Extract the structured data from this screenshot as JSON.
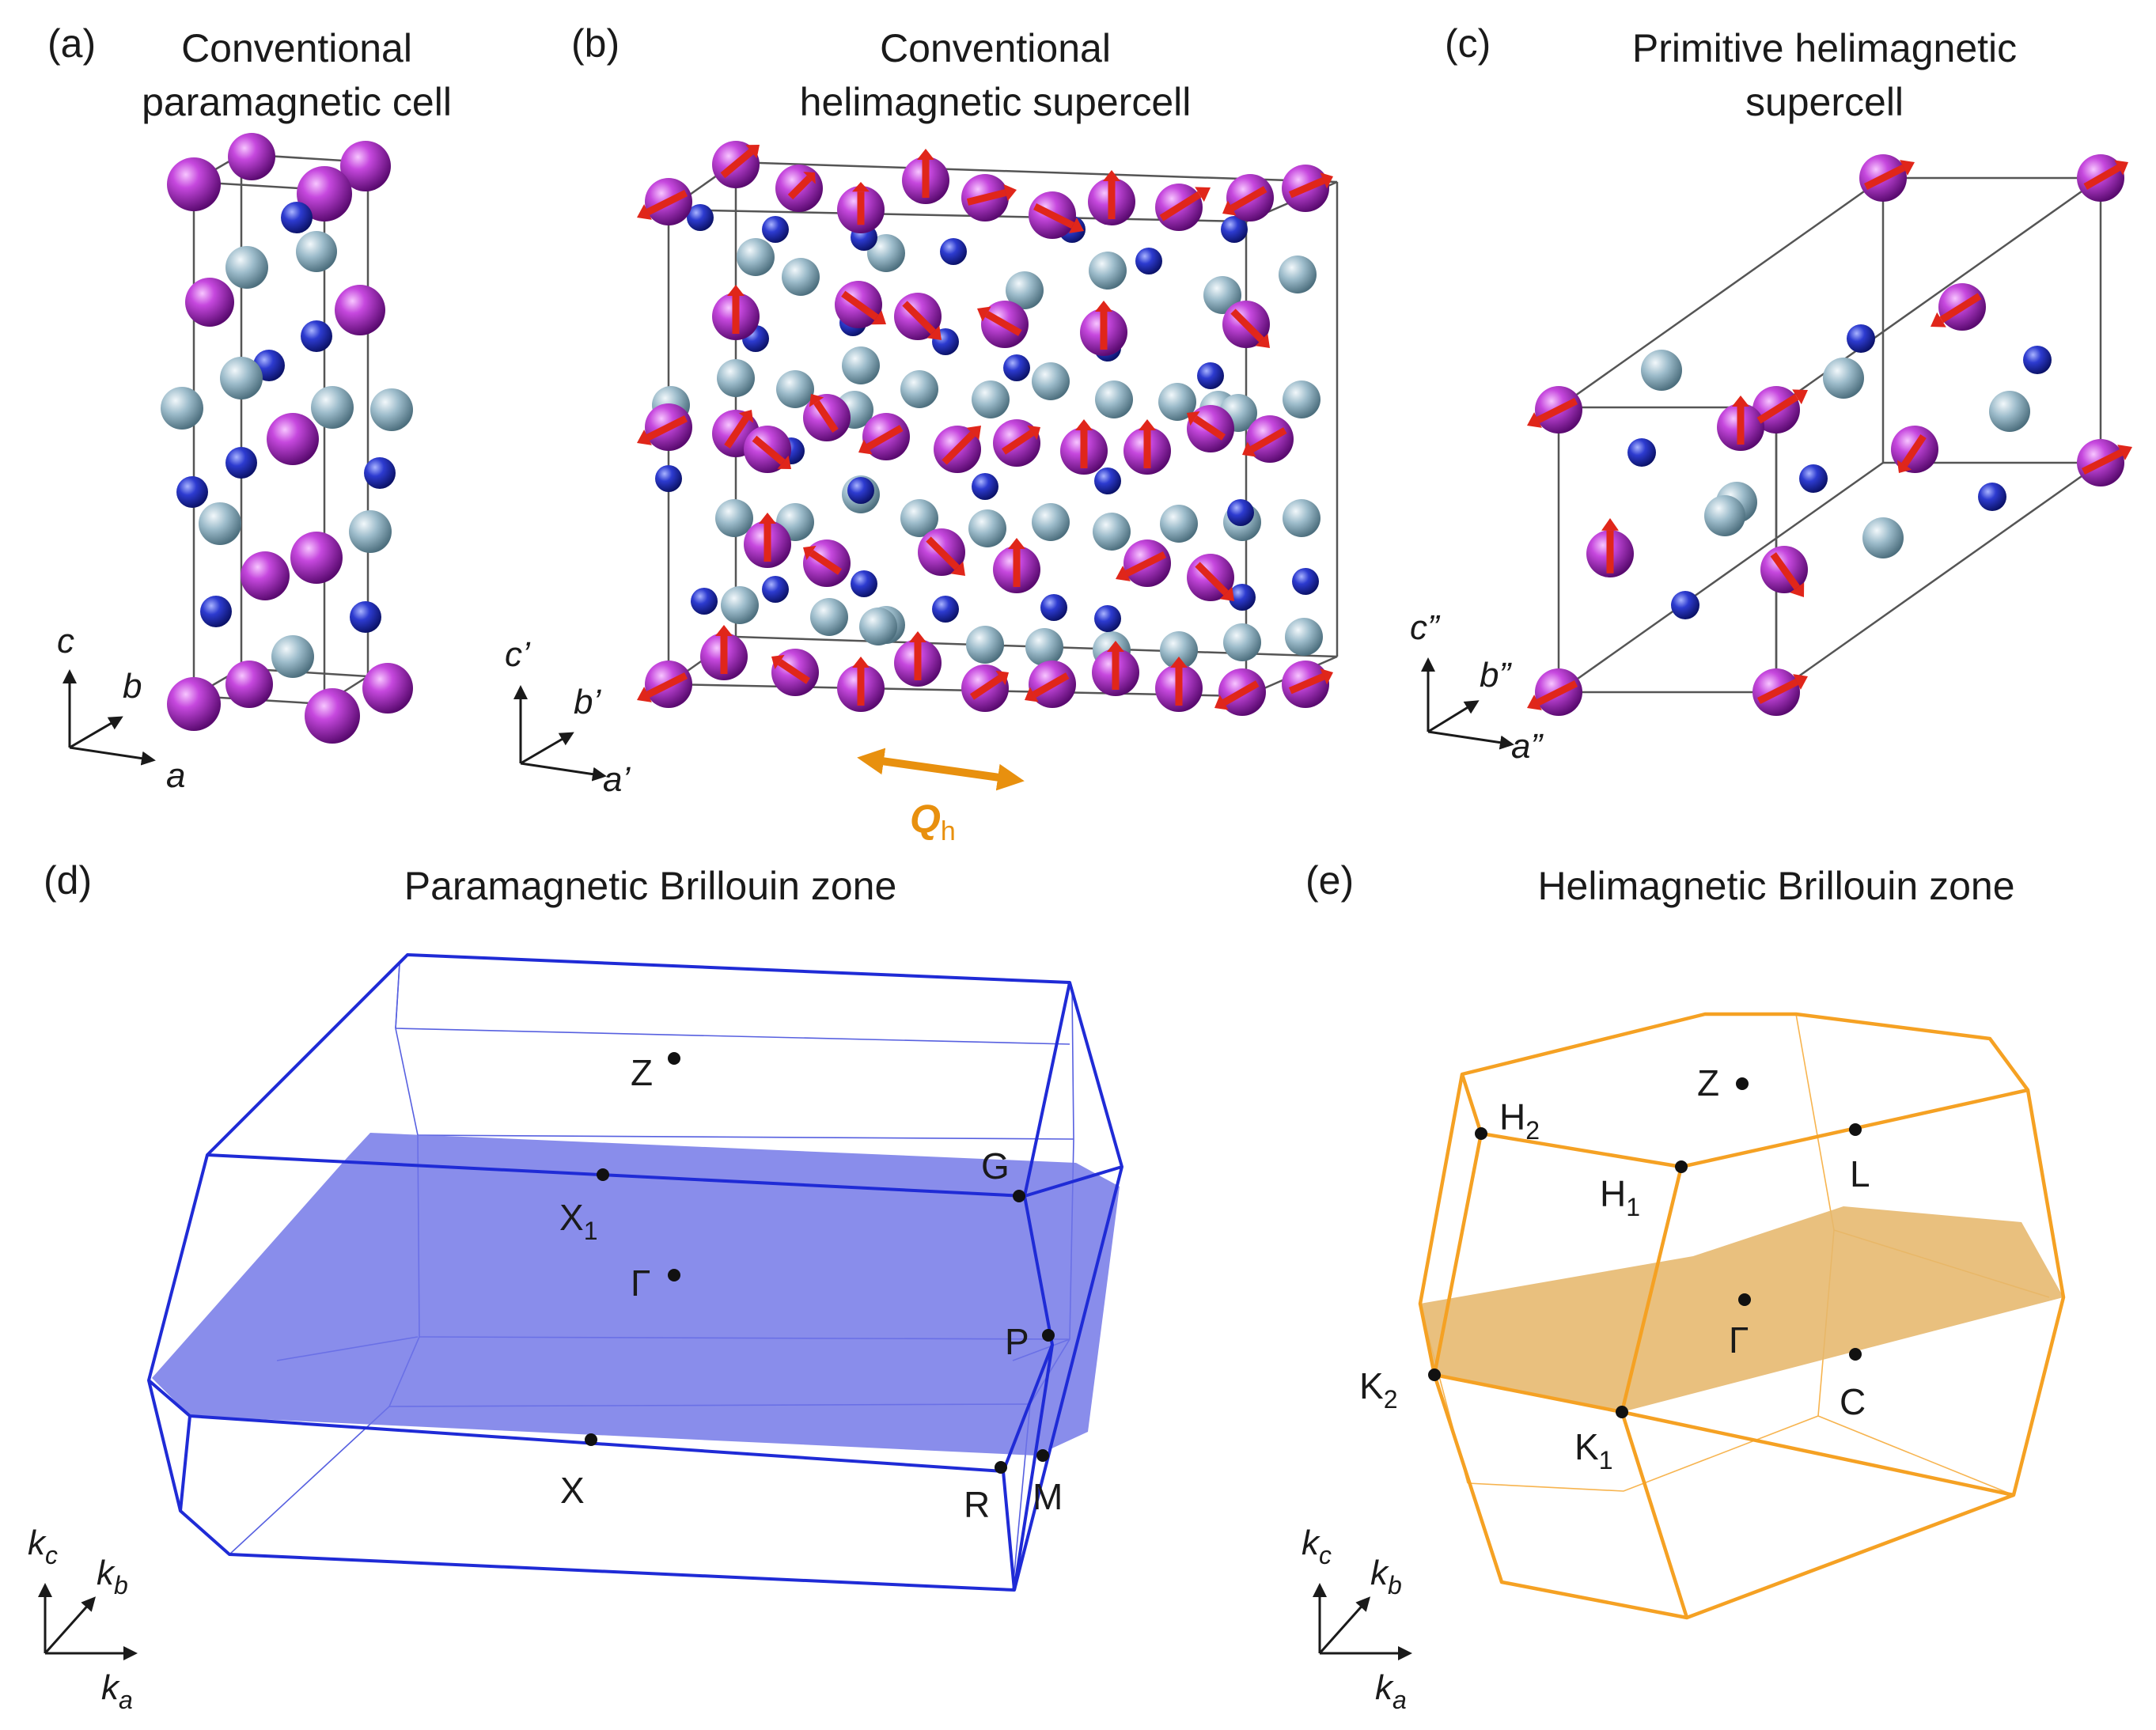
{
  "panels": {
    "a": {
      "label": "(a)",
      "title_line1": "Conventional",
      "title_line2": "paramagnetic cell",
      "axes": {
        "c": "c",
        "b": "b",
        "a": "a"
      }
    },
    "b": {
      "label": "(b)",
      "title_line1": "Conventional",
      "title_line2": "helimagnetic supercell",
      "axes": {
        "c": "c’",
        "b": "b’",
        "a": "a’"
      },
      "q_vector": {
        "symbol": "Q",
        "subscript": "h"
      }
    },
    "c": {
      "label": "(c)",
      "title_line1": "Primitive helimagnetic",
      "title_line2": "supercell",
      "axes": {
        "c": "c”",
        "b": "b”",
        "a": "a”"
      }
    },
    "d": {
      "label": "(d)",
      "title": "Paramagnetic Brillouin zone",
      "points": {
        "Z": "Z",
        "X1": "X",
        "X1_sub": "1",
        "G": "G",
        "Gamma": "Γ",
        "P": "P",
        "X": "X",
        "R": "R",
        "M": "M"
      },
      "axes": {
        "kc": "k",
        "kc_sub": "c",
        "kb": "k",
        "kb_sub": "b",
        "ka": "k",
        "ka_sub": "a"
      }
    },
    "e": {
      "label": "(e)",
      "title": "Helimagnetic Brillouin zone",
      "points": {
        "Z": "Z",
        "H2": "H",
        "H2_sub": "2",
        "L": "L",
        "H1": "H",
        "H1_sub": "1",
        "Gamma": "Γ",
        "K2": "K",
        "K2_sub": "2",
        "C": "C",
        "K1": "K",
        "K1_sub": "1"
      },
      "axes": {
        "kc": "k",
        "kc_sub": "c",
        "kb": "k",
        "kb_sub": "b",
        "ka": "k",
        "ka_sub": "a"
      }
    }
  },
  "colors": {
    "magenta_atom": "#b030c8",
    "blue_atom": "#2a36b8",
    "grey_atom": "#8fb0bf",
    "moment_arrow": "#e0261a",
    "q_arrow": "#e8900e",
    "para_bz": "#1f2bd6",
    "para_plane": "#6f74e6",
    "heli_bz": "#f5a123",
    "heli_plane": "#e6b76c",
    "cell_edge": "#555555"
  }
}
